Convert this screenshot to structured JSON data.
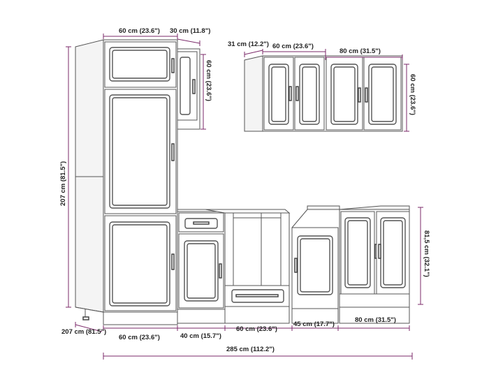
{
  "colors": {
    "dimension": "#7b2a6a",
    "outline": "#555555"
  },
  "dimensions": {
    "tall_width": "60 cm (23.6\")",
    "upper_small_width": "30 cm (11.8\")",
    "upper_small_height": "60 cm (23.6\")",
    "wall_depth": "31 cm (12.2\")",
    "wall_60_width": "60 cm (23.6\")",
    "wall_80_width": "80 cm (31.5\")",
    "wall_height": "60 cm (23.6\")",
    "total_height": "207 cm (81.5\")",
    "base_height": "81,5 cm (32.1\")",
    "bottom_60_tall": "60 cm (23.6\")",
    "bottom_40": "40 cm (15.7\")",
    "bottom_60_oven": "60 cm (23.6\")",
    "bottom_45": "45 cm (17.7\")",
    "bottom_80": "80 cm (31.5\")",
    "depth_207": "207 cm (81.5\")",
    "total_width": "285 cm (112.2\")"
  }
}
